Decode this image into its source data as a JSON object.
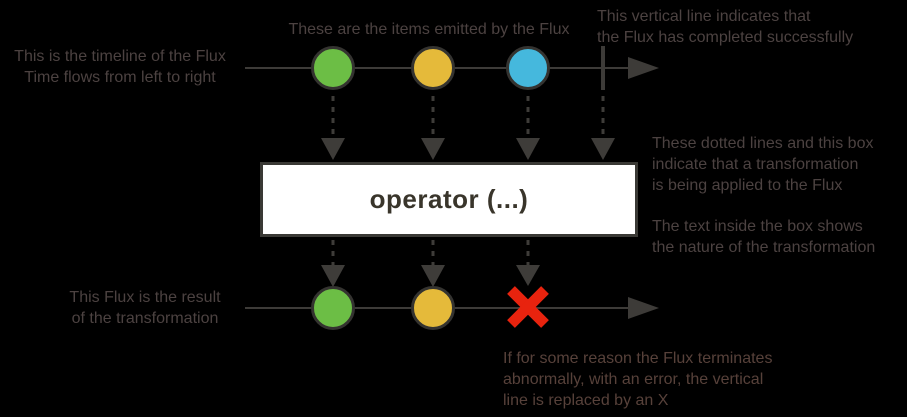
{
  "title": "Flux marble diagram explainer",
  "annotations": {
    "timeline": "This is the timeline of the Flux\nTime flows from left to right",
    "items": "These are the items emitted by the Flux",
    "complete": "This vertical line indicates that\nthe Flux has completed successfully",
    "transformation": "These dotted lines and this box\nindicate that a transformation\nis being applied to the Flux",
    "box_text": "The text inside the box shows\nthe nature of the transformation",
    "result": "This Flux is the result\nof the transformation",
    "error": "If for some reason the Flux terminates\nabnormally, with an error, the vertical\nline is replaced by an X"
  },
  "operator_box": {
    "label": "operator (...)"
  },
  "diagram": {
    "source_items": [
      "green",
      "yellow",
      "blue"
    ],
    "source_terminal": "complete",
    "result_items": [
      "green",
      "yellow"
    ],
    "result_terminal": "error"
  },
  "colors": {
    "background": "#000000",
    "annotation_text": "#4c4241",
    "annotation_text_warm": "#57413a",
    "line": "#3d3b38",
    "dashed_line": "#3e3c39",
    "circle_border": "#343330",
    "item_green": "#6cbe45",
    "item_yellow": "#e5ba3a",
    "item_blue": "#45b8dd",
    "error_x": "#e8230e",
    "operator_box_bg": "#ffffff",
    "operator_box_border": "#3a3935",
    "operator_text": "#39352b"
  }
}
